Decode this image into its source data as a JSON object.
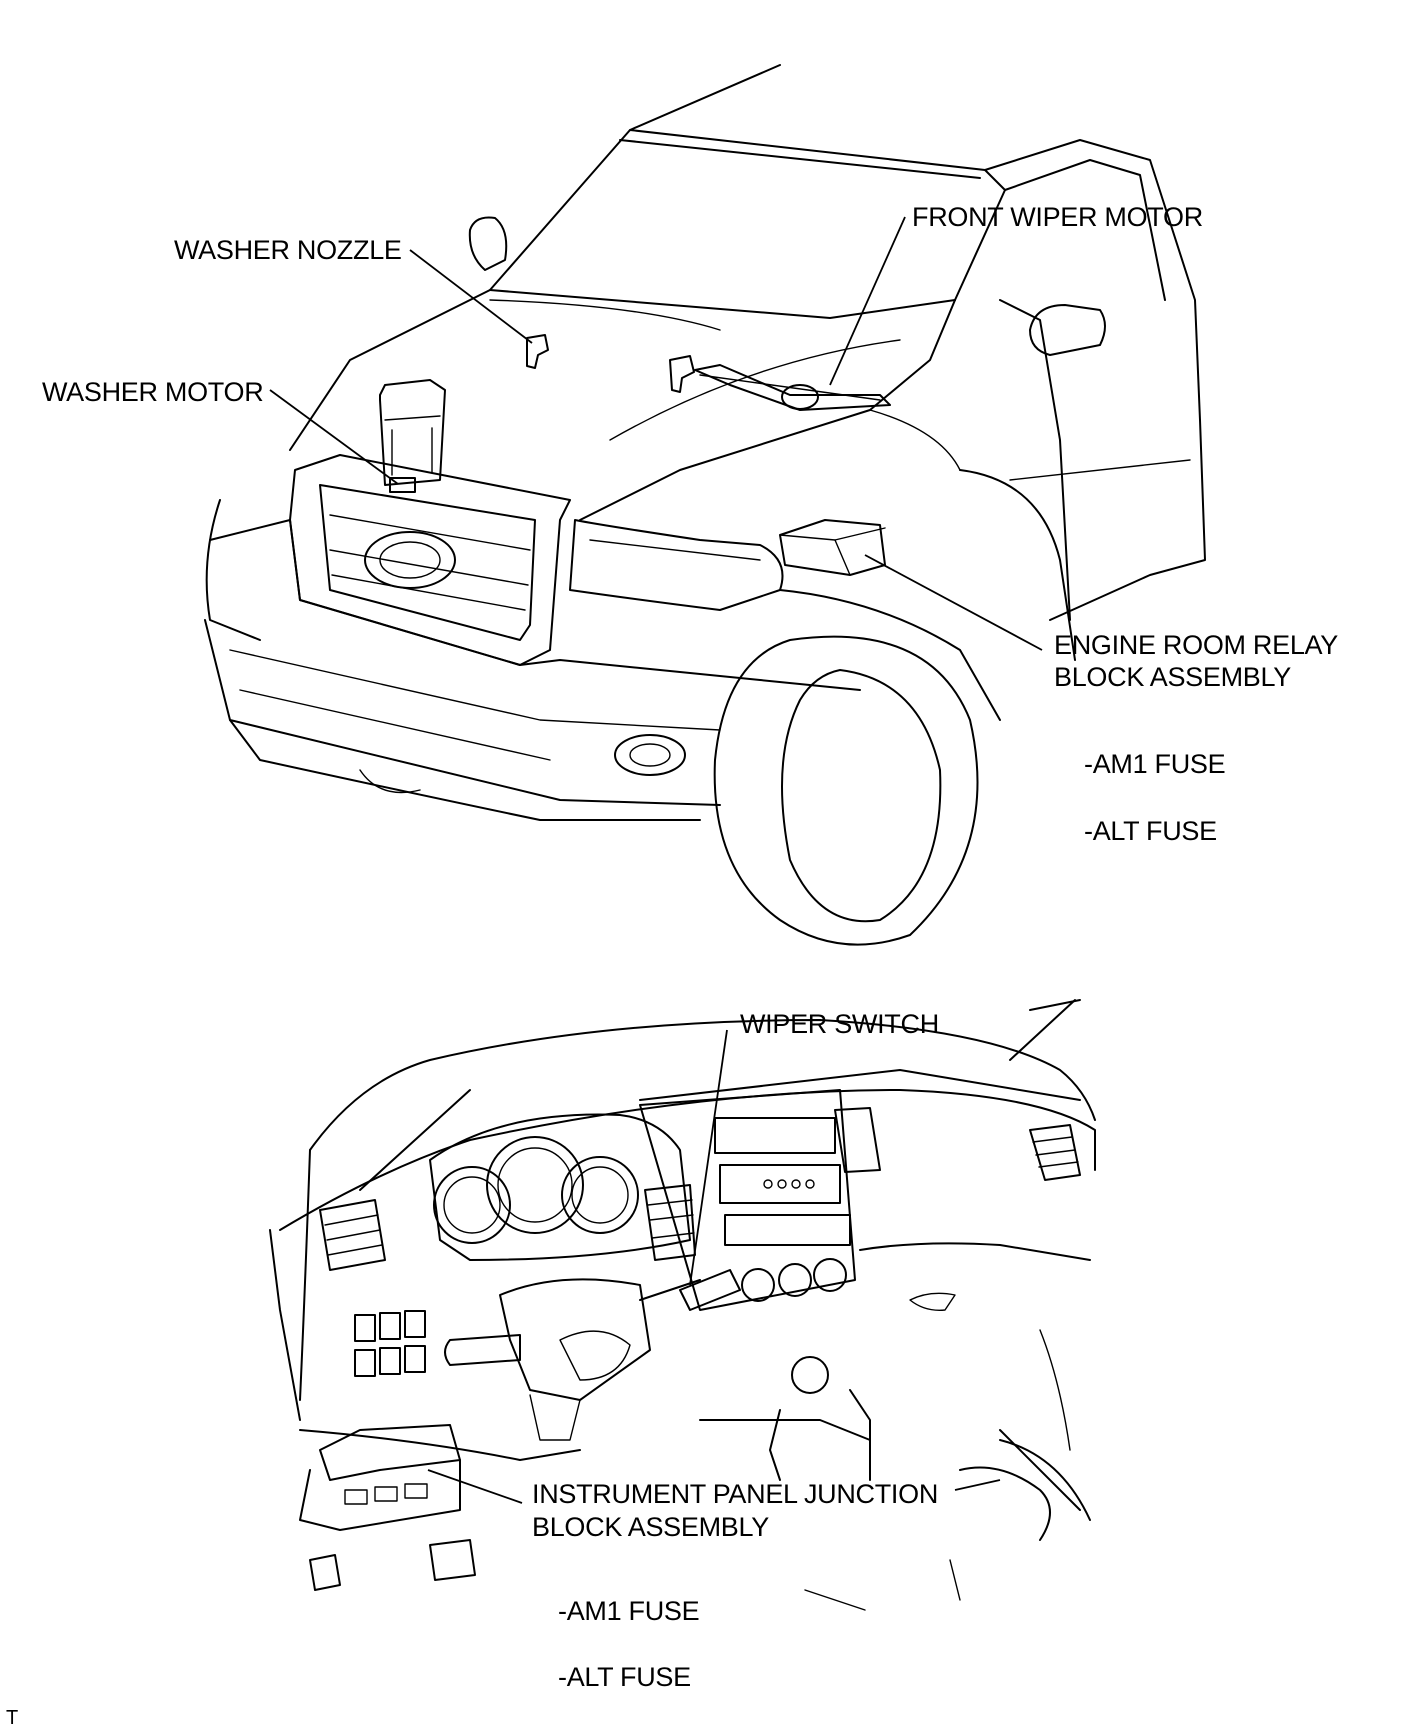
{
  "labels": {
    "front_wiper_motor": "FRONT WIPER MOTOR",
    "washer_nozzle": "WASHER NOZZLE",
    "washer_motor": "WASHER MOTOR",
    "engine_room_relay_line1": "ENGINE ROOM RELAY",
    "engine_room_relay_line2": "BLOCK ASSEMBLY",
    "engine_room_am1": "-AM1 FUSE",
    "engine_room_alt": "-ALT FUSE",
    "wiper_switch": "WIPER SWITCH",
    "instrument_panel_line1": "INSTRUMENT PANEL JUNCTION",
    "instrument_panel_line2": "BLOCK ASSEMBLY",
    "instrument_panel_am1": "-AM1 FUSE",
    "instrument_panel_alt": "-ALT FUSE",
    "corner_mark": "T"
  }
}
